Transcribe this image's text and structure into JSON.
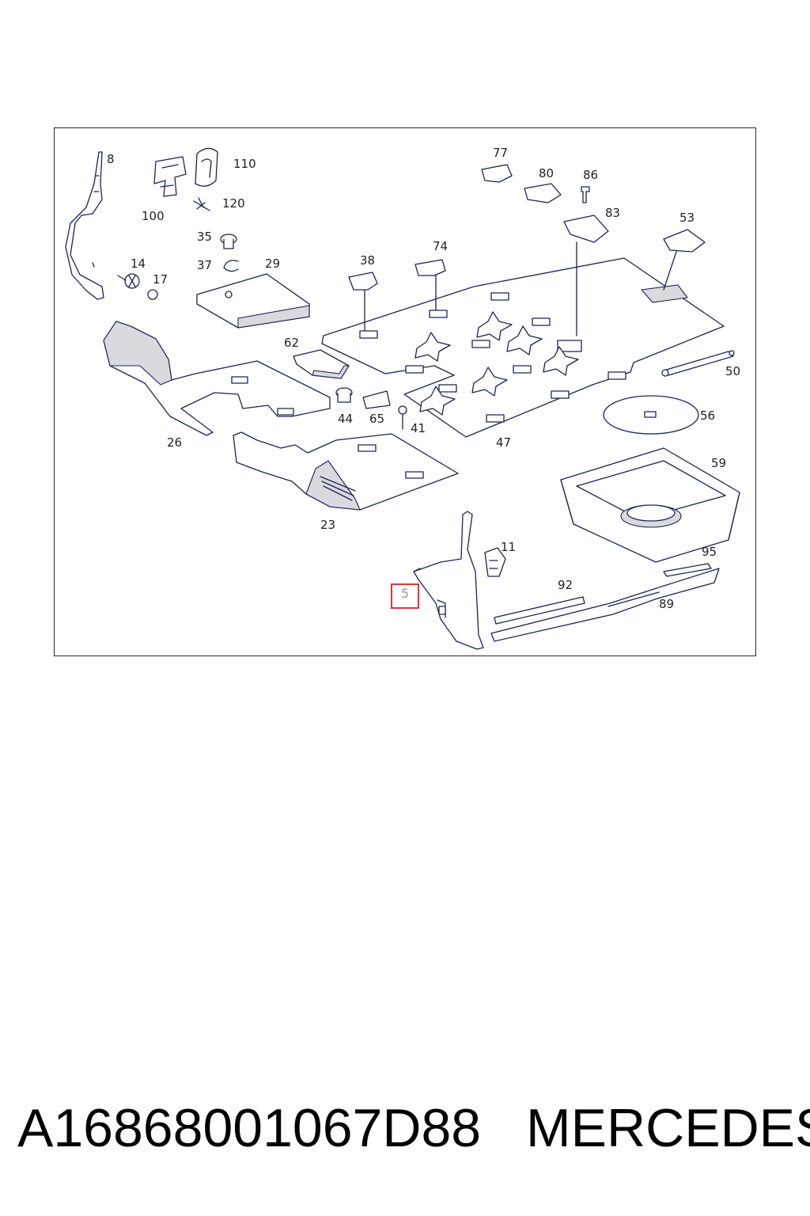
{
  "diagram": {
    "highlighted_part": "5",
    "part_labels": {
      "p8": "8",
      "p110": "110",
      "p100": "100",
      "p120": "120",
      "p35": "35",
      "p37": "37",
      "p29": "29",
      "p14": "14",
      "p17": "17",
      "p38": "38",
      "p74": "74",
      "p77": "77",
      "p80": "80",
      "p86": "86",
      "p83": "83",
      "p53": "53",
      "p62": "62",
      "p26": "26",
      "p44": "44",
      "p65": "65",
      "p41": "41",
      "p47": "47",
      "p50": "50",
      "p56": "56",
      "p59": "59",
      "p23": "23",
      "p11": "11",
      "p95": "95",
      "p92": "92",
      "p89": "89"
    }
  },
  "caption": {
    "part_number": "A16868001067D88",
    "brand": "MERCEDES"
  }
}
